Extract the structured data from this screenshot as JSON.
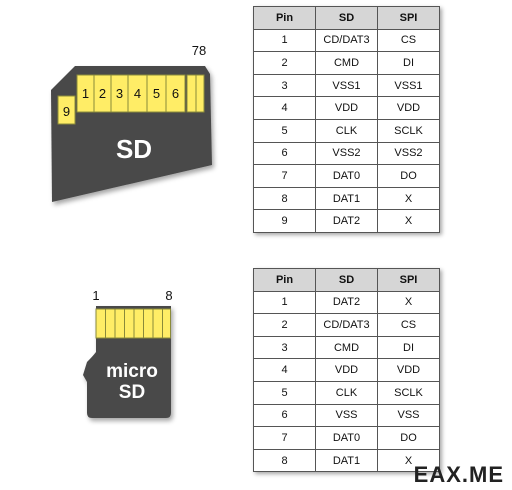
{
  "sd_card": {
    "label": "SD",
    "pads": [
      "9",
      "1",
      "2",
      "3",
      "4",
      "5",
      "6"
    ],
    "top_label": "78"
  },
  "micro_card": {
    "label_line1": "micro",
    "label_line2": "SD",
    "pin_first": "1",
    "pin_last": "8"
  },
  "sd_table": {
    "headers": [
      "Pin",
      "SD",
      "SPI"
    ],
    "rows": [
      [
        "1",
        "CD/DAT3",
        "CS"
      ],
      [
        "2",
        "CMD",
        "DI"
      ],
      [
        "3",
        "VSS1",
        "VSS1"
      ],
      [
        "4",
        "VDD",
        "VDD"
      ],
      [
        "5",
        "CLK",
        "SCLK"
      ],
      [
        "6",
        "VSS2",
        "VSS2"
      ],
      [
        "7",
        "DAT0",
        "DO"
      ],
      [
        "8",
        "DAT1",
        "X"
      ],
      [
        "9",
        "DAT2",
        "X"
      ]
    ]
  },
  "micro_table": {
    "headers": [
      "Pin",
      "SD",
      "SPI"
    ],
    "rows": [
      [
        "1",
        "DAT2",
        "X"
      ],
      [
        "2",
        "CD/DAT3",
        "CS"
      ],
      [
        "3",
        "CMD",
        "DI"
      ],
      [
        "4",
        "VDD",
        "VDD"
      ],
      [
        "5",
        "CLK",
        "SCLK"
      ],
      [
        "6",
        "VSS",
        "VSS"
      ],
      [
        "7",
        "DAT0",
        "DO"
      ],
      [
        "8",
        "DAT1",
        "X"
      ]
    ]
  },
  "watermark": "EAX.ME",
  "colors": {
    "card_body": "#4a4a4a",
    "pad_fill": "#ffed66",
    "pad_stroke": "#8a8a3a",
    "header_fill": "#d6d6d6",
    "table_border": "#555555"
  }
}
